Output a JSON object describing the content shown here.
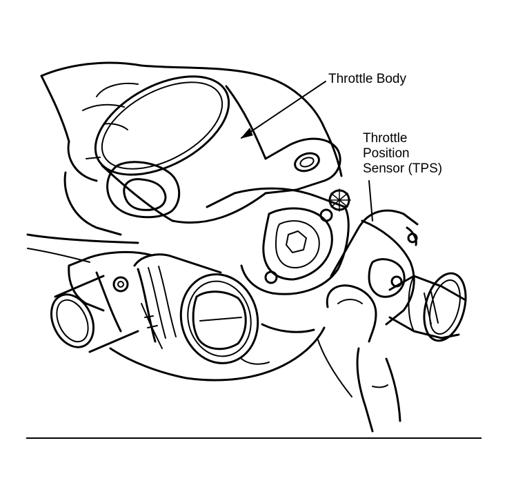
{
  "labels": {
    "throttle_body": "Throttle Body",
    "tps_line1": "Throttle",
    "tps_line2": "Position",
    "tps_line3": "Sensor (TPS)"
  },
  "colors": {
    "ink": "#000000",
    "paper": "#ffffff"
  }
}
